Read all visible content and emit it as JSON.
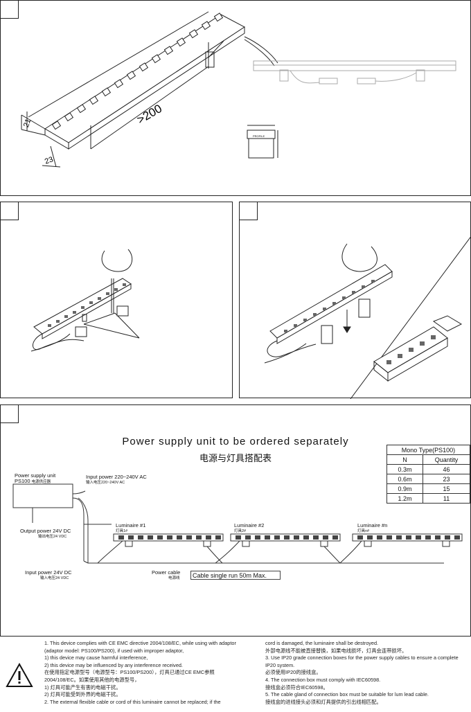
{
  "panel1": {
    "dims": {
      "height": "21",
      "width": "23",
      "cable": ">200"
    },
    "small_label": "PROFILE"
  },
  "panel4": {
    "title_en": "Power supply unit to be ordered separately",
    "title_cn": "电源与灯具搭配表",
    "psu_label": "Power supply unit",
    "psu_model": "PS100",
    "psu_model_cn": "电源供应器",
    "input_power_ac": "Input power 220~240V AC",
    "input_power_ac_cn": "输入电压220~240V AC",
    "output_power": "Output power 24V DC",
    "output_power_cn": "输出电压24 VDC",
    "input_power_dc": "Input power 24V DC",
    "input_power_dc_cn": "输入电压24 VDC",
    "power_cable": "Power cable",
    "power_cable_cn": "电源线",
    "cable_note": "Cable single run 50m Max.",
    "luminaires": [
      {
        "label": "Luminaire #1",
        "label_cn": "灯具1#"
      },
      {
        "label": "Luminaire #2",
        "label_cn": "灯具2#"
      },
      {
        "label": "Luminaire #n",
        "label_cn": "灯具n#"
      }
    ],
    "table": {
      "title": "Mono Type(PS100)",
      "headers": [
        "N",
        "Quantity"
      ],
      "rows": [
        [
          "0.3m",
          "46"
        ],
        [
          "0.6m",
          "23"
        ],
        [
          "0.9m",
          "15"
        ],
        [
          "1.2m",
          "11"
        ]
      ]
    }
  },
  "notes": {
    "left": [
      "1. This device complies with CE EMC directive 2004/108/EC, while using with adaptor",
      "   (adaptor model: PS100/PS200), if used with improper adaptor,",
      "   1) this device may cause harmful interference,",
      "   2) this device may be influenced by any interference received.",
      "   在使用指定电源型号（电源型号：PS100/PS200），灯具已通过CE EMC参照",
      "   2004/108/EC。如果使用其他的电源型号，",
      "   1) 灯具可能产生有害的电磁干扰。",
      "   2) 灯具可能受到外界的电磁干扰。",
      "2. The external flexible cable or cord of this luminaire cannot be replaced; if the"
    ],
    "right": [
      "   cord is damaged, the luminaire shall be destroyed.",
      "   外部电源线不能被直接替换，如果电线损坏，灯具会连带损坏。",
      "3. Use IP20 grade connection boxes for the power supply cables to ensure a complete",
      "   IP20 system.",
      "   必须使用IP20的接线盒。",
      "4. The connection box must comply with IEC60598.",
      "   接线盒必须符合IEC60598。",
      "5. The cable gland of connection box must be suitable for lum lead cable.",
      "   接线盒的进线接头必须和灯具提供的引出线相匹配。"
    ]
  }
}
